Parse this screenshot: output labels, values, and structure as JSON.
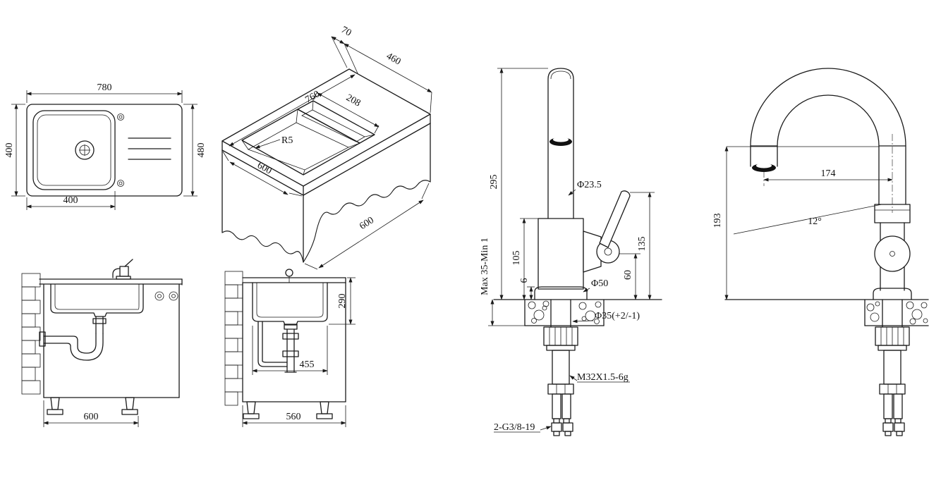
{
  "plan_view": {
    "dim_top": "780",
    "dim_left": "400",
    "dim_bottom": "400",
    "dim_right": "480"
  },
  "iso_view": {
    "dim_lip": "70",
    "dim_width": "460",
    "dim_length": "760",
    "dim_small_bowl": "208",
    "radius_label": "R5",
    "dim_depth_left": "600",
    "dim_depth_right": "600"
  },
  "front_section": {
    "dim_width": "600"
  },
  "side_section": {
    "dim_height": "290",
    "dim_drain_offset": "455",
    "dim_width": "560"
  },
  "faucet_front": {
    "dim_total_height": "295",
    "dim_body_height": "105",
    "dim_mount_range": "Max 35-Min 1",
    "dim_flange": "6",
    "dia_spout": "Φ23.5",
    "dim_handle_height": "135",
    "dim_cartridge_height": "60",
    "dia_base": "Φ50",
    "dia_mount_hole": "Φ35(+2/-1)",
    "thread_spec": "M32X1.5-6g",
    "hose_spec": "2-G3/8-19"
  },
  "faucet_side": {
    "dim_reach": "174",
    "dim_outlet_height": "193",
    "angle_spout": "12°"
  }
}
